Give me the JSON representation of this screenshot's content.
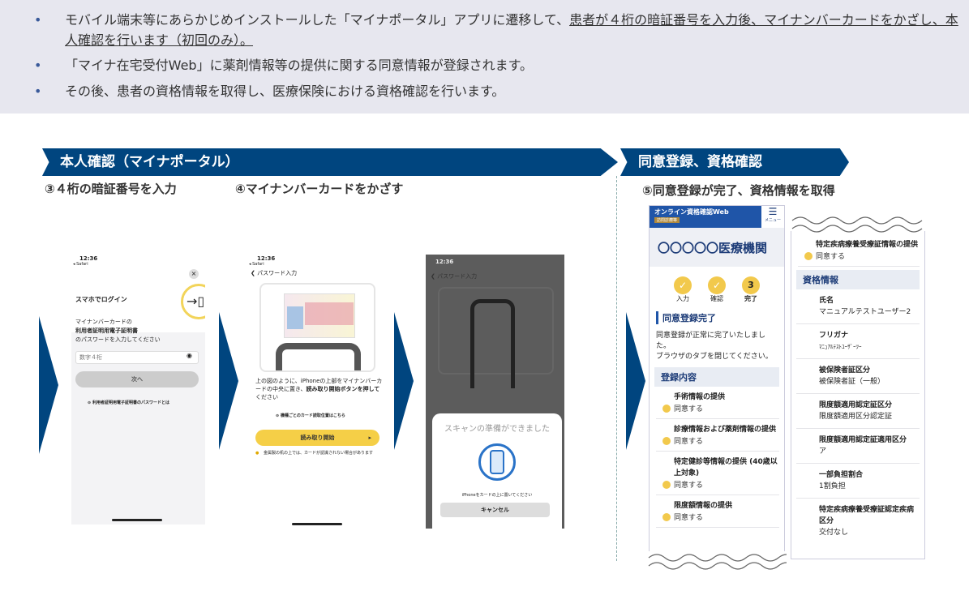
{
  "bullets": [
    {
      "text": "モバイル端末等にあらかじめインストールした「マイナポータル」アプリに遷移して、",
      "underlined": "患者が４桁の暗証番号を入力後、マイナンバーカードをかざし、本人確認を行います（初回のみ）。"
    },
    {
      "text": "「マイナ在宅受付Web」に薬剤情報等の提供に関する同意情報が登録されます。"
    },
    {
      "text": "その後、患者の資格情報を取得し、医療保険における資格確認を行います。"
    }
  ],
  "banners": {
    "left": "本人確認（マイナポータル）",
    "right": "同意登録、資格確認",
    "color": "#00457f"
  },
  "steps": {
    "s3": "③４桁の暗証番号を入力",
    "s4": "④マイナンバーカードをかざす",
    "s5": "⑤同意登録が完了、資格情報を取得"
  },
  "phone1": {
    "time": "12:36",
    "back": "◂ Safari",
    "title": "スマホでログイン",
    "line1": "マイナンバーカードの",
    "line2": "利用者証明用電子証明書",
    "line3": "のパスワードを入力してください",
    "placeholder": "数字４桁",
    "next": "次へ",
    "help": "利用者証明用電子証明書のパスワードとは"
  },
  "phone2": {
    "time": "12:36",
    "back": "◂ Safari",
    "nav": "パスワード入力",
    "desc1": "上の図のように、iPhoneの上部をマイナンバーカードの中央に置き、",
    "desc_bold": "読み取り開始ボタンを押して",
    "desc2": "ください",
    "link": "機種ごとのカード読取位置はこちら",
    "start": "読み取り開始",
    "note": "金属製の机の上では、カードが認識されない場合があります"
  },
  "phone3": {
    "time": "12:36",
    "nav": "パスワード入力",
    "sheet_title": "スキャンの準備ができました",
    "sheet_msg": "iPhoneをカードの上に置いてください",
    "cancel": "キャンセル"
  },
  "web1": {
    "app": "オンライン資格確認Web",
    "tag": "訪問診療等",
    "menu": "メニュー",
    "org": "〇〇〇〇〇医療機関",
    "steps": [
      "入力",
      "確認",
      "完了"
    ],
    "step3": "3",
    "heading": "同意登録完了",
    "msg1": "同意登録が正常に完了いたしました。",
    "msg2": "ブラウザのタブを閉じてください。",
    "section": "登録内容",
    "items": [
      {
        "label": "手術情報の提供",
        "value": "同意する"
      },
      {
        "label": "診療情報および薬剤情報の提供",
        "value": "同意する"
      },
      {
        "label": "特定健診等情報の提供 (40歳以上対象)",
        "value": "同意する"
      },
      {
        "label": "限度額情報の提供",
        "value": "同意する"
      }
    ]
  },
  "web2": {
    "item": {
      "label": "特定疾病療養受療証情報の提供",
      "value": "同意する"
    },
    "section": "資格情報",
    "fields": [
      {
        "label": "氏名",
        "value": "マニュアルテストユーザー2"
      },
      {
        "label": "フリガナ",
        "value": "ﾏﾆｭｱﾙﾃｽﾄﾕｰｻﾞｰﾂｰ"
      },
      {
        "label": "被保険者証区分",
        "value": "被保険者証（一般）"
      },
      {
        "label": "限度額適用認定証区分",
        "value": "限度額適用区分認定証"
      },
      {
        "label": "限度額適用認定証適用区分",
        "value": "ア"
      },
      {
        "label": "一部負担割合",
        "value": "1割負担"
      },
      {
        "label": "特定疾病療養受療証認定疾病区分",
        "value": "交付なし"
      }
    ]
  }
}
